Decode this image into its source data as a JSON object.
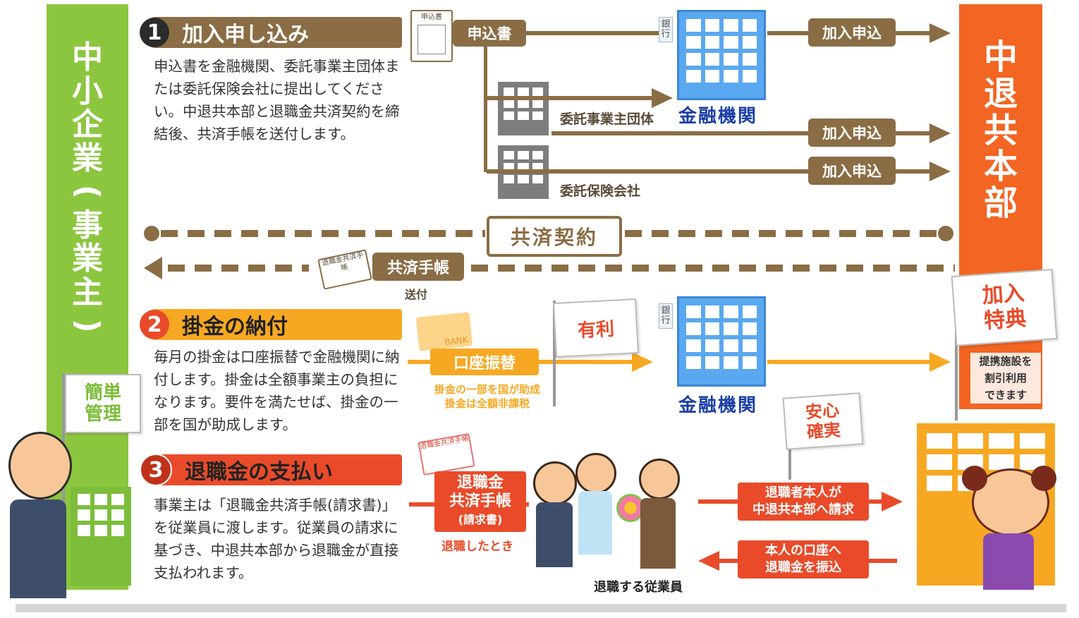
{
  "left_actor": {
    "label": "中小企業(事業主)",
    "chars": [
      "中",
      "小",
      "企",
      "業",
      "(",
      "事",
      "業",
      "主",
      ")"
    ]
  },
  "right_actor": {
    "label": "中退共本部",
    "chars": [
      "中",
      "退",
      "共",
      "本",
      "部"
    ]
  },
  "step1": {
    "num": "1",
    "title": "加入申し込み",
    "text": "申込書を金融機関、委託事業主団体または委託保険会社に提出してください。中退共本部と退職金共済契約を締結後、共済手帳を送付します。"
  },
  "step2": {
    "num": "2",
    "title": "掛金の納付",
    "text": "毎月の掛金は口座振替で金融機関に納付します。掛金は全額事業主の負担になります。要件を満たせば、掛金の一部を国が助成します。"
  },
  "step3": {
    "num": "3",
    "title": "退職金の支払い",
    "text": "事業主は「退職金共済手帳(請求書)」を従業員に渡します。従業員の請求に基づき、中退共本部から退職金が直接支払われます。"
  },
  "flow1": {
    "form_icon": "申込書",
    "form_label": "申込書",
    "bank_label": "銀行",
    "fin_label": "金融機関",
    "org1_label": "委託事業主団体",
    "org2_label": "委託保険会社",
    "apply1": "加入申込",
    "apply2": "加入申込",
    "apply3": "加入申込"
  },
  "contract": {
    "label": "共済契約"
  },
  "handbook": {
    "card": "退職金共済手帳",
    "label": "共済手帳",
    "send": "送付"
  },
  "flow2": {
    "bank_card": "BANK",
    "transfer_label": "口座振替",
    "note1": "掛金の一部を国が助成",
    "note2": "掛金は全額非課税",
    "flag": "有利",
    "bank_label": "銀行",
    "fin_label": "金融機関"
  },
  "flow3": {
    "card": "退職金共済手帳",
    "box_line1": "退職金",
    "box_line2": "共済手帳",
    "box_line3": "(請求書)",
    "when": "退職したとき",
    "flag_line1": "安心",
    "flag_line2": "確実",
    "request_line1": "退職者本人が",
    "request_line2": "中退共本部へ請求",
    "pay_line1": "本人の口座へ",
    "pay_line2": "退職金を振込",
    "employee_label": "退職する従業員"
  },
  "flag_easy": {
    "line1": "簡単",
    "line2": "管理"
  },
  "flag_benefit": {
    "line1": "加入",
    "line2": "特典",
    "note_line1": "提携施設を",
    "note_line2": "割引利用",
    "note_line3": "できます"
  },
  "colors": {
    "brown": "#8a6d45",
    "green": "#8cc63f",
    "orange": "#f26522",
    "yellow": "#f7a823",
    "red": "#e94b2a",
    "blue": "#5aa8ef"
  }
}
